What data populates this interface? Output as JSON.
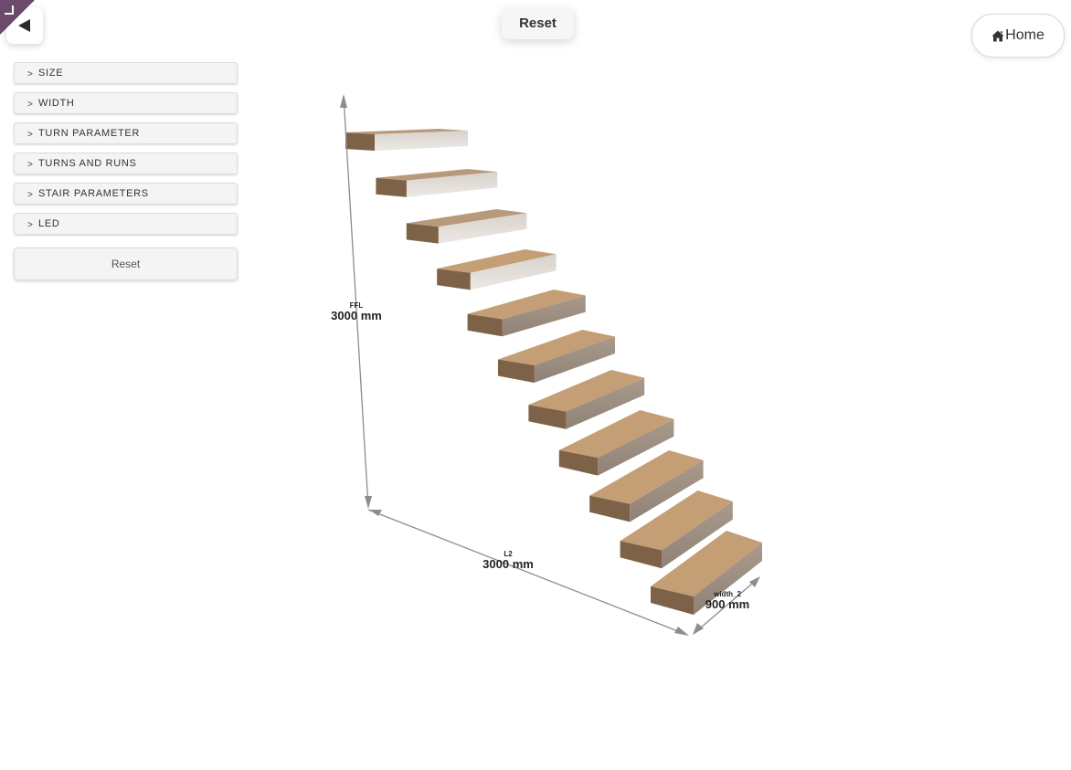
{
  "nav": {
    "back_icon": "triangle-left-icon",
    "corner_icon": "corner-bracket-icon",
    "reset_top_label": "Reset",
    "home_icon": "home-icon",
    "home_label": "Home"
  },
  "sidebar": {
    "items": [
      {
        "label": "SIZE",
        "icon": "chevron-right-icon"
      },
      {
        "label": "WIDTH",
        "icon": "chevron-right-icon"
      },
      {
        "label": "TURN PARAMETER",
        "icon": "chevron-right-icon"
      },
      {
        "label": "TURNS AND RUNS",
        "icon": "chevron-right-icon"
      },
      {
        "label": "STAIR PARAMETERS",
        "icon": "chevron-right-icon"
      },
      {
        "label": "LED",
        "icon": "chevron-right-icon"
      }
    ],
    "reset_label": "Reset"
  },
  "viewport": {
    "step_count": 11,
    "dimensions": {
      "height": {
        "name": "FFL",
        "value": "3000 mm"
      },
      "length": {
        "name": "L2",
        "value": "3000 mm"
      },
      "width": {
        "name": "width_2",
        "value": "900 mm"
      }
    },
    "colors": {
      "tread_top": "#c49e74",
      "tread_end": "#7d6248",
      "tread_side": "#a8998c",
      "tread_side_light": "#ddd7d2",
      "dimension_line": "#8c8c8c"
    }
  }
}
